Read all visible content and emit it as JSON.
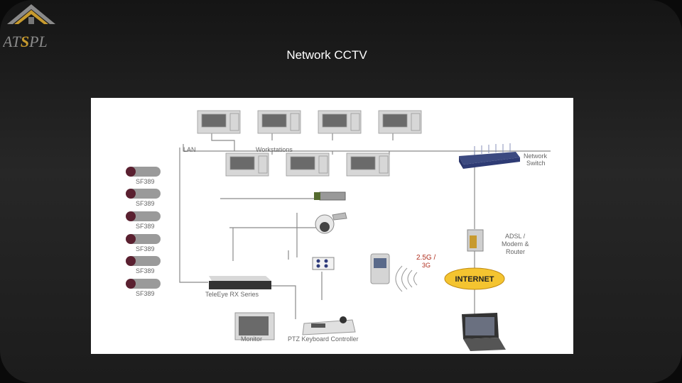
{
  "logo": {
    "text_a": "AT",
    "text_s": "S",
    "text_b": "PL"
  },
  "title": "Network CCTV",
  "diagram": {
    "lan_label": "LAN",
    "workstations_label": "Workstations",
    "switch_label_1": "Network",
    "switch_label_2": "Switch",
    "camera_labels": [
      "SF389",
      "SF389",
      "SF389",
      "SF389",
      "SF389",
      "SF389"
    ],
    "recorder_label": "TeleEye RX Series",
    "monitor_label": "Monitor",
    "ptz_label": "PTZ Keyboard Controller",
    "adsl_label_1": "ADSL /",
    "adsl_label_2": "Modem &",
    "adsl_label_3": "Router",
    "mobile_label_1": "2.5G /",
    "mobile_label_2": "3G",
    "internet_label": "INTERNET"
  }
}
